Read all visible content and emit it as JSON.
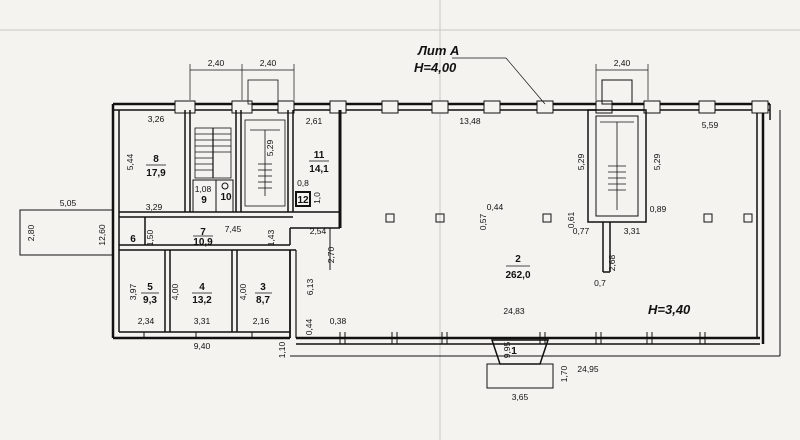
{
  "header": {
    "liter": "Лит А",
    "height_main": "H=4,00"
  },
  "height_hall": "H=3,40",
  "rooms": [
    {
      "id": "r1",
      "number": "1",
      "area": ""
    },
    {
      "id": "r2",
      "number": "2",
      "area": "262,0"
    },
    {
      "id": "r3",
      "number": "3",
      "area": "8,7"
    },
    {
      "id": "r4",
      "number": "4",
      "area": "13,2"
    },
    {
      "id": "r5",
      "number": "5",
      "area": "9,3"
    },
    {
      "id": "r6",
      "number": "6",
      "area": ""
    },
    {
      "id": "r7",
      "number": "7",
      "area": "10,9"
    },
    {
      "id": "r8",
      "number": "8",
      "area": "17,9"
    },
    {
      "id": "r9",
      "number": "9",
      "area": ""
    },
    {
      "id": "r10",
      "number": "10",
      "area": ""
    },
    {
      "id": "r11",
      "number": "11",
      "area": "14,1"
    },
    {
      "id": "r12",
      "number": "12",
      "area": ""
    }
  ],
  "dimensions": [
    "2,40",
    "2,40",
    "2,40",
    "13,48",
    "5,59",
    "3,26",
    "2,61",
    "5,44",
    "5,29",
    "5,29",
    "5,29",
    "1,08",
    "0,8",
    "1,0",
    "5,05",
    "2,80",
    "12,60",
    "3,29",
    "1,50",
    "7,45",
    "1,43",
    "2,54",
    "0,57",
    "0,44",
    "0,61",
    "0,89",
    "0,77",
    "3,31",
    "2,70",
    "6,13",
    "2,68",
    "0,7",
    "3,97",
    "4,00",
    "4,00",
    "24,83",
    "2,34",
    "3,31",
    "2,16",
    "0,44",
    "0,38",
    "9,40",
    "1,10",
    "9,95",
    "1,70",
    "24,95",
    "3,65"
  ]
}
